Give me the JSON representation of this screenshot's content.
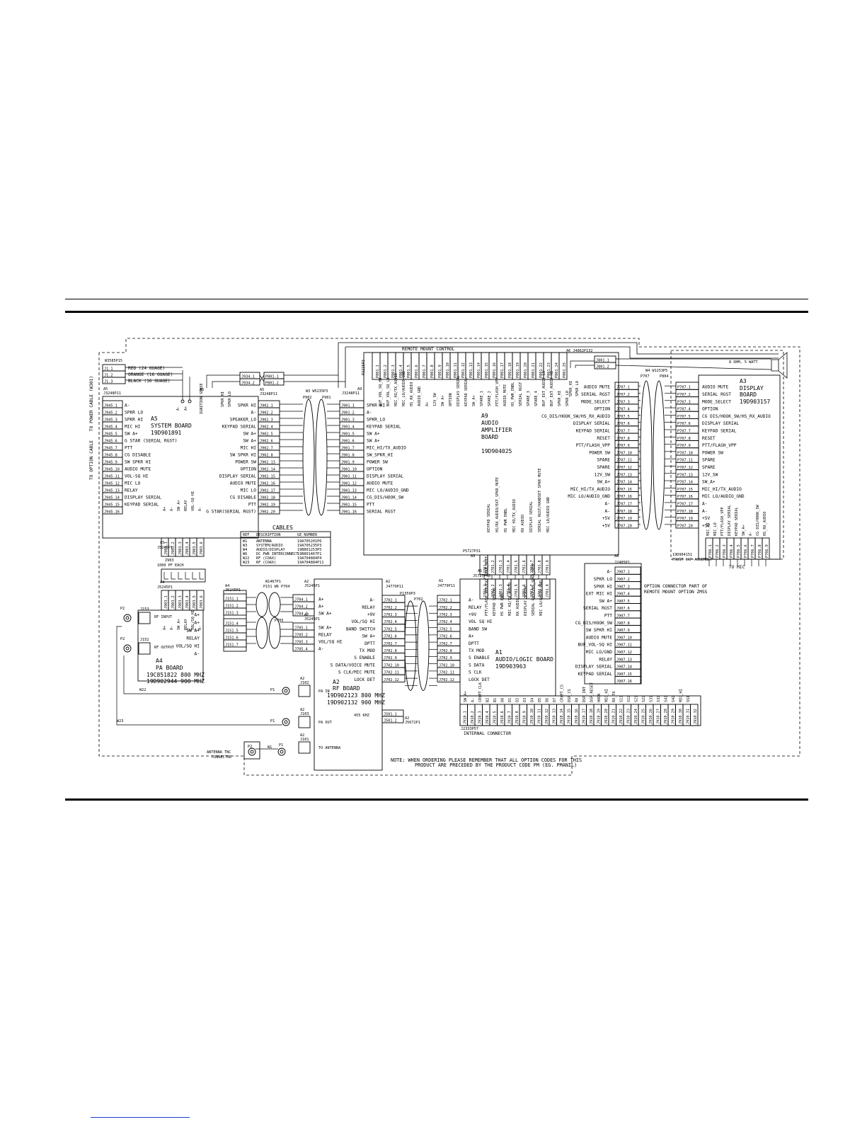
{
  "boards": {
    "a5": {
      "ref": "A5",
      "name": "SYSTEM BOARD",
      "part": "19D901891",
      "connector": "J3248P11",
      "harness": "W3585P15",
      "pins_left": [
        "J945.1",
        "J945.2",
        "J945.3",
        "J945.4",
        "J945.5",
        "J945.6",
        "J945.7",
        "J945.8",
        "J945.9",
        "J945.10",
        "J945.11",
        "J945.12",
        "J945.13",
        "J945.14",
        "J945.15",
        "J945.16"
      ],
      "signals_left": [
        "A-",
        "SPKR LO",
        "SPKR HI",
        "MIC HI",
        "SW A+",
        "G STAR (SERIAL RGST)",
        "PTT",
        "CG DISABLE",
        "SW SPKR HI",
        "AUDIO MUTE",
        "VOL-SQ HI",
        "MIC LO",
        "RELAY",
        "DISPLAY SERIAL",
        "KEYPAD SERIAL",
        ""
      ],
      "signals_right": [
        "SPKR HI",
        "A-",
        "SPEAKER_LO",
        "KEYPAD SERIAL",
        "SW A+",
        "SW A+",
        "MIC HI",
        "SW SPKR HI",
        "POWER SW",
        "OPTION",
        "DISPLAY SERIAL",
        "AUDIO MUTE",
        "MIC LO",
        "CG DISABLE",
        "PTT",
        "G STAR(SERIAL RGST)"
      ],
      "pins_right": [
        "J902.1",
        "J902.2",
        "J902.3",
        "J902.4",
        "J902.5",
        "J902.6",
        "J902.7",
        "J902.8",
        "J902.13",
        "J902.14",
        "J902.15",
        "J902.16",
        "J902.17",
        "J902.18",
        "J902.19",
        "J902.20"
      ],
      "bottom_pins": [
        "J903.1",
        "J903.2",
        "J903.3",
        "J903.4",
        "J903.5",
        "J903.6"
      ],
      "bottom_signals": [
        "A+",
        "A-",
        "SW A+",
        "RELAY",
        "VOL-SQ HI",
        "A-"
      ],
      "bottom_connector": "J5245P1",
      "ignition": "IGNITION SENSE"
    },
    "a9": {
      "ref": "A9",
      "title": [
        "AUDIO",
        "AMPLIFIER",
        "BOARD"
      ],
      "part": "19D904025",
      "connector": "J3248P11",
      "harness": "W3 W5235P3",
      "pins": [
        "J901.1",
        "J901.2",
        "J901.3",
        "J901.4",
        "J901.5",
        "J901.6",
        "J901.7",
        "J901.8",
        "J901.9",
        "J901.10",
        "J901.11",
        "J901.12",
        "J901.13",
        "J901.14",
        "J901.15",
        "J901.16"
      ],
      "signals": [
        "SPKR HI",
        "A-",
        "SPKR_LO",
        "KEYPAD SERIAL",
        "SW A+",
        "SW A+",
        "MIC_HI/TX_AUDIO",
        "SW_SPKR_HI",
        "POWER SW",
        "OPTION",
        "DISPLAY SERIAL",
        "AUDIO MUTE",
        "MIC LO/AUDIO_GND",
        "CG_DIS/HOOK_SW",
        "PTT",
        "SERIAL RGST"
      ],
      "top_pins": [
        "P801.1",
        "P801.2",
        "P801.3",
        "P801.4",
        "P801.5",
        "P801.6",
        "P801.7",
        "P801.8",
        "P801.9",
        "P801.10",
        "P801.11",
        "P801.12",
        "P801.13",
        "P801.14",
        "P801.15",
        "P801.16",
        "P801.17",
        "P801.18",
        "P801.19",
        "P801.20",
        "P801.21",
        "P801.22",
        "P801.23",
        "P801.24",
        "P801.25"
      ],
      "top_signals": [
        "BUF_VOL_SQ_HI",
        "BUF_VOL_SQ_LO",
        "MIC_HI/TX_AUDIO",
        "MIC_LO/AUDIO_GND",
        "HS_RX_AUDIO",
        "AUDIO_GND",
        "A+",
        "12V_SW",
        "SW A+",
        "OPTION",
        "DISPLAY SERIAL",
        "KEYPAD SERIAL",
        "SW_A+",
        "SPARE_1",
        "SPARE_2",
        "PTT/FLASH_VPP",
        "AUDIO_MUTE",
        "HS_PWR_ENBL",
        "SERIAL RGST",
        "SPARE_3",
        "SPARE_4",
        "BUF_EXT_AUDIO_LO",
        "BUF_EXT_AUDIO_HI",
        "SPKR_HI",
        "SPKR_LO"
      ],
      "bottom_signals": [
        "KEYPAD SERIAL",
        "HS/RX_AUDIO/EXT_SPKR_MUTE",
        "HS PWR ENBL",
        "MIC HI/TX_AUDIO",
        "RX AUDIO",
        "DISPLAY SERIAL",
        "SERIAL RGST/HANDSET SPKR MUTE",
        "MIC LO/AUDIO GND"
      ],
      "bottom_pins": [
        "J701.1",
        "J701.2",
        "J701.3",
        "J701.4",
        "J701.5",
        "J701.6",
        "J701.7",
        "J701.8",
        "J701.9"
      ],
      "bottom_connector": "P5727P31"
    },
    "a3": {
      "ref": "A3",
      "title": [
        "DISPLAY",
        "BOARD"
      ],
      "part": "19D903157",
      "harness": "W4 W1253P5",
      "connectors": [
        "P707",
        "P804"
      ],
      "pins_a6": [
        "J707.1",
        "J707.2",
        "J707.3",
        "J707.4",
        "J707.5",
        "J707.6",
        "J707.7",
        "J707.8",
        "J707.9",
        "J707.10",
        "J707.11",
        "J707.12",
        "J707.13",
        "J707.14",
        "J707.15",
        "J707.16",
        "J707.17",
        "J707.18",
        "J707.19",
        "J707.20"
      ],
      "signals_a6": [
        "AUDIO MUTE",
        "SERIAL RGST",
        "MODE_SELECT",
        "OPTION",
        "CG_DIS/HOOK_SW/HS_RX_AUDIO",
        "DISPLAY SERIAL",
        "KEYPAD SERIAL",
        "RESET",
        "PTT/FLASH_VPP",
        "POWER SW",
        "SPARE",
        "SPARE",
        "12V_SW",
        "SW_A+",
        "MIC_HI/TX_AUDIO",
        "MIC LO/AUDIO_GND",
        "A-",
        "A-",
        "+5V",
        "+5V"
      ],
      "pins_a3": [
        "P707.1",
        "P707.2",
        "P707.3",
        "P707.4",
        "P707.5",
        "P707.6",
        "P707.7",
        "P707.8",
        "P707.9",
        "P707.10",
        "P707.11",
        "P707.12",
        "P707.13",
        "P707.14",
        "P707.15",
        "P707.16",
        "P707.17",
        "P707.18",
        "P707.19",
        "P707.20"
      ],
      "signals_a3": [
        "AUDIO MUTE",
        "SERIAL RGST",
        "MODE_SELECT",
        "OPTION",
        "CG DIS/HOOK_SW/HS_RX_AUDIO",
        "DISPLAY SERIAL",
        "KEYPAD SERIAL",
        "RESET",
        "PTT/FLASH_VPP",
        "POWER SW",
        "SPARE",
        "SPARE",
        "12V_SW",
        "SW_A+",
        "MIC_HI/TX_AUDIO",
        "MIC LO/AUDIO_GND",
        "A-",
        "A-",
        "+5V",
        "+5V"
      ],
      "mic_pins": [
        "P706.1",
        "P706.2",
        "P706.3",
        "P706.4",
        "P706.5",
        "P706.6",
        "P706.7",
        "P706.8",
        "P706.9"
      ],
      "mic_signals": [
        "MIC_HI",
        "MIC_LO",
        "PTT/FLASH_VPP",
        "DISPLAY SERIAL",
        "KEYPAD SERIAL",
        "SW_A+",
        "A-",
        "CG DIS/HOOK_SW",
        "HS_RX_AUDIO"
      ],
      "front_cap": [
        "19D904151",
        "FRONT CAP ASSEMBLY"
      ],
      "to_mic": "TO MIC",
      "speaker": "8 OHM, 5 WATT"
    },
    "a6": {
      "ref": "A6",
      "connector": "J4862P132",
      "pins": [
        "J801.1",
        "J801.2"
      ],
      "signals": [
        "SPKR_HI",
        "SPKR LO"
      ]
    },
    "a1": {
      "ref": "A1",
      "name": "AUDIO/LOGIC BOARD",
      "part": "19D903963",
      "connector_main": "J4779P11",
      "connector_ext": "J5727P40",
      "pins": [
        "J702.1",
        "J702.2",
        "J702.3",
        "J702.4",
        "J702.5",
        "J702.6",
        "J702.7",
        "J702.8",
        "J702.9",
        "J702.10",
        "J702.11",
        "J702.12"
      ],
      "signals": [
        "A-",
        "RELAY",
        "+9V",
        "VOL SQ HI",
        "BAND SW",
        "A+",
        "DPTT",
        "TX MOD",
        "S ENABLE",
        "S DATA",
        "S CLK",
        "LOCK DET"
      ],
      "top_signals": [
        "PTT/FLASH_VPP/EXT_SPKR_MUTE",
        "KEYPAD SERIAL",
        "HS PWR ENBL",
        "MIC HI/TX_AUDIO",
        "RX AUDIO",
        "DISPLAY SERIAL",
        "SERIAL RGST/HS_SPKR_MUTE",
        "MIC LO/AUDIO GND"
      ],
      "top_pins": [
        "J701.1",
        "J701.2",
        "J701.3",
        "J701.4",
        "J701.5",
        "J701.6",
        "J701.7",
        "J701.8",
        "J701.9"
      ],
      "internal_pins": [
        "J910.1",
        "J910.2",
        "J910.3",
        "J910.4",
        "J910.5",
        "J910.6",
        "J910.7",
        "J910.8",
        "J910.9",
        "J910.10",
        "J910.11",
        "J910.12",
        "J910.13",
        "J910.14",
        "J910.15",
        "J910.16",
        "J910.17",
        "J910.18",
        "J910.19",
        "J910.20",
        "J910.21",
        "J910.22",
        "J910.23",
        "J910.24",
        "J910.25",
        "J910.26",
        "J910.27",
        "J910.28",
        "J910.29",
        "J910.30",
        "J910.31",
        "J910.32"
      ],
      "internal_signals": [
        "SW_A+",
        "A-",
        "CRYPT_CLK",
        "B2",
        "B1",
        "D0",
        "D1",
        "D2",
        "D3",
        "D4",
        "D5",
        "D6",
        "D7",
        "CRYPT_CS",
        "DSP_CS",
        "RX",
        "DSP_INT",
        "DSP_RESET",
        "HOOK",
        "MIC_HI",
        "RX_TX",
        "S11",
        "S12",
        "S21",
        "S22",
        "S31",
        "S32",
        "S41",
        "S42",
        "MIC_HI",
        "SSI",
        ""
      ],
      "internal_connector": "J2333P57",
      "internal_label": "INTERNAL CONNECTOR"
    },
    "a2": {
      "ref": "A2",
      "name": "RF BOARD",
      "parts": [
        "19D902123 800 MHZ",
        "19D902132 900 MHZ"
      ],
      "connector": "J4779P11",
      "pins": [
        "J702.1",
        "J702.2",
        "J702.3",
        "J702.4",
        "J702.5",
        "J702.6",
        "J702.7",
        "J702.8",
        "J702.9",
        "J702.10",
        "J702.11",
        "J702.12"
      ],
      "signals": [
        "A-",
        "RELAY",
        "+9V",
        "VOL/SQ HI",
        "BAND SWITCH",
        "SW A+",
        "DPTT",
        "TX MOD",
        "S ENABLE",
        "S DATA/VOICE MUTE",
        "S CLK/MIC MUTE",
        "LOCK DET"
      ],
      "osc": "455 KHZ",
      "osc_pins": [
        "J501.1",
        "J501.2"
      ],
      "osc_conn": "J5672P1",
      "jacks": [
        "J102",
        "J103",
        "J101"
      ],
      "jack_labels": [
        "PA IN",
        "PA OUT",
        "TO ANTENNA"
      ],
      "upper_pins": [
        "J704.1",
        "J704.2",
        "J704.3"
      ],
      "upper_signals": [
        "A+",
        "A+",
        "SW A+"
      ],
      "lower_pins": [
        "J705.1",
        "J705.2",
        "J705.3",
        "J705.4"
      ],
      "lower_signals": [
        "SW A+",
        "RELAY",
        "VOL/SQ HI",
        "A-"
      ],
      "upper_conn": "J5245P1",
      "lower_conn": "J5245P1"
    },
    "a4": {
      "ref": "A4",
      "name": "PA BOARD",
      "parts": [
        "19C851822 800 MHZ",
        "19D902944 900 MHZ"
      ],
      "connector": "J5245P1",
      "top_pins": [
        "J903.1",
        "J903.2",
        "J903.3",
        "J903.4",
        "J903.5",
        "J903.6"
      ],
      "top_signals": [
        "A+",
        "A-",
        "SW A+",
        "RELAY",
        "VOL/SQ HI",
        "A-"
      ],
      "right_pins": [
        "J151.1",
        "J151.2",
        "J151.3",
        "J151.4",
        "J151.5",
        "J151.6",
        "J151.7"
      ],
      "right_signals": [
        "A+",
        "A+",
        "SW A+",
        "SW A+",
        "RELAY",
        "VOL/SQ HI",
        "A-"
      ],
      "rf_in": "RF INPUT",
      "rf_out": "RF OUTPUT",
      "jacks": [
        "J153",
        "J152"
      ]
    },
    "remote": {
      "ref": "A8",
      "connector": "J2485P1",
      "pins": [
        "J907.1",
        "J907.2",
        "J907.3",
        "J907.4",
        "J907.5",
        "J907.6",
        "J907.7",
        "J907.8",
        "J907.9",
        "J907.10",
        "J907.11",
        "J907.12",
        "J907.13",
        "J907.14",
        "J907.15",
        "J907.16"
      ],
      "signals": [
        "A-",
        "SPKR LO",
        "SPKR HI",
        "EXT MIC HI",
        "SW A+",
        "SERIAL RGST",
        "PTT",
        "CG_DIS/HOOK_SW",
        "SW SPKR HI",
        "AUDIO MUTE",
        "BUF_VOL-SQ HI",
        "MIC LO/GND",
        "RELAY",
        "DISPLAY SERIAL",
        "KEYPAD SERIAL",
        ""
      ],
      "note": [
        "OPTION CONNECTOR PART OF",
        "REMOTE MOUNT OPTION ZMSS"
      ]
    }
  },
  "labels": {
    "remote_mount": "REMOTE MOUNT CONTROL",
    "power_cable": "TO POWER CABLE (W301)",
    "option_cable": "TO OPTION CABLE",
    "power_wires": [
      {
        "pin": "J1.1",
        "color": "RED",
        "gauge": "(24 GUAGE)"
      },
      {
        "pin": "J1.2",
        "color": "ORANGE",
        "gauge": "(16 GUAGE)"
      },
      {
        "pin": "J1.3",
        "color": "BLACK",
        "gauge": "(16 GUAGE)"
      }
    ],
    "ignition_pins": [
      "J934.1",
      "J934.2"
    ],
    "ignition_p": [
      "P801.1",
      "P801.2"
    ],
    "ignition_signals": [
      "SPKR HI",
      "SPKR LO"
    ],
    "a6_label": "A6",
    "z903": "Z903",
    "z903_desc": "1000 PF EACH",
    "cables_title": "CABLES",
    "cables_header": [
      "REF",
      "DESCRIPTION",
      "GE NUMBER"
    ],
    "cables": [
      [
        "W1",
        "ANTENNA",
        "19A705201P6"
      ],
      [
        "W3",
        "SYSTEM/AUDIO",
        "19A705235P3"
      ],
      [
        "W4",
        "AUDIO/DISPLAY",
        "19B801253P5"
      ],
      [
        "W6",
        "DC PWR INTERCONNECT",
        "19B801467P1"
      ],
      [
        "W22",
        "RF (COAX)",
        "19A704884P4"
      ],
      [
        "W23",
        "RF (COAX)",
        "19A704884P11"
      ]
    ],
    "w6": "W6",
    "w6_conn": "W1467P1",
    "p151": "P151",
    "p704": "P704",
    "p705": "P705",
    "w22": "W22",
    "w23": "W23",
    "p1": "P1",
    "p2": "P2",
    "antenna": [
      "ANTENNA TNC",
      "CONNECTOR"
    ],
    "w1": "W1",
    "note": [
      "NOTE: WHEN ORDERING PLEASE REMEMBER THAT ALL OPTION CODES FOR THIS",
      "PRODUCT ARE PRECEDED BY THE PRODUCT CODE PM (EG. PMANIL)"
    ],
    "p702": "P702",
    "p702_conn": "P1359P3",
    "p902": "P902",
    "p901": "P901"
  }
}
